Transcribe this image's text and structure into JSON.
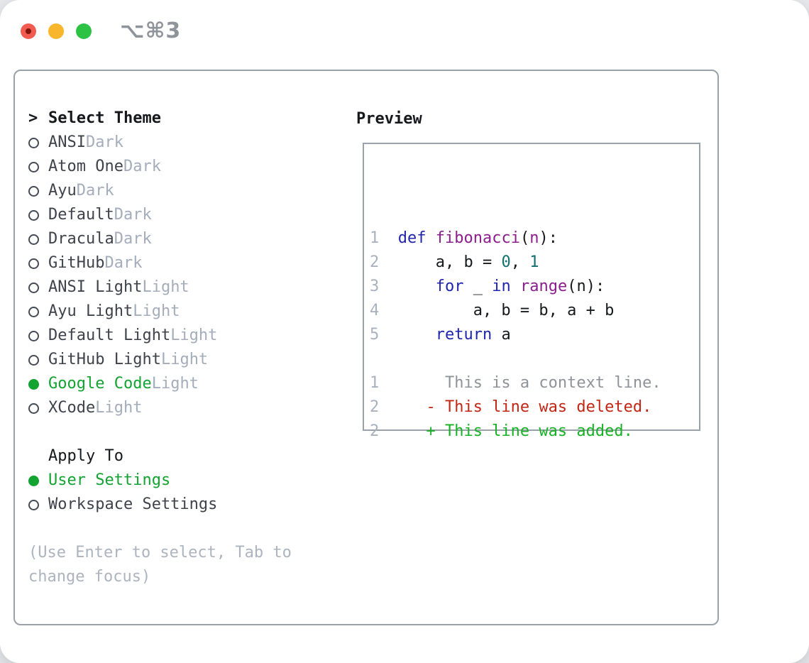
{
  "titlebar": {
    "title": "⌥⌘3",
    "traffic_lights": [
      "close",
      "minimize",
      "zoom"
    ]
  },
  "theme_menu": {
    "header_prefix": ">",
    "header": "Select Theme",
    "items": [
      {
        "label": "ANSI",
        "tag": "Dark",
        "selected": false
      },
      {
        "label": "Atom One",
        "tag": "Dark",
        "selected": false
      },
      {
        "label": "Ayu",
        "tag": "Dark",
        "selected": false
      },
      {
        "label": "Default",
        "tag": "Dark",
        "selected": false
      },
      {
        "label": "Dracula",
        "tag": "Dark",
        "selected": false
      },
      {
        "label": "GitHub",
        "tag": "Dark",
        "selected": false
      },
      {
        "label": "ANSI Light",
        "tag": "Light",
        "selected": false
      },
      {
        "label": "Ayu Light",
        "tag": "Light",
        "selected": false
      },
      {
        "label": "Default Light",
        "tag": "Light",
        "selected": false
      },
      {
        "label": "GitHub Light",
        "tag": "Light",
        "selected": false
      },
      {
        "label": "Google Code",
        "tag": "Light",
        "selected": true
      },
      {
        "label": "XCode",
        "tag": "Light",
        "selected": false
      }
    ]
  },
  "apply_to": {
    "header": "Apply To",
    "items": [
      {
        "label": "User Settings",
        "selected": true
      },
      {
        "label": "Workspace Settings",
        "selected": false
      }
    ]
  },
  "hint": "(Use Enter to select, Tab to change focus)",
  "preview": {
    "header": "Preview",
    "code_lines": [
      {
        "num": "1",
        "segments": [
          {
            "t": "def",
            "s": "kw"
          },
          {
            "t": " ",
            "s": "pl"
          },
          {
            "t": "fibonacci",
            "s": "fn"
          },
          {
            "t": "(",
            "s": "pl"
          },
          {
            "t": "n",
            "s": "fn"
          },
          {
            "t": "):",
            "s": "pl"
          }
        ]
      },
      {
        "num": "2",
        "segments": [
          {
            "t": "    a, b = ",
            "s": "pl"
          },
          {
            "t": "0",
            "s": "num"
          },
          {
            "t": ", ",
            "s": "pl"
          },
          {
            "t": "1",
            "s": "num"
          }
        ]
      },
      {
        "num": "3",
        "segments": [
          {
            "t": "    ",
            "s": "pl"
          },
          {
            "t": "for",
            "s": "kw"
          },
          {
            "t": " _ ",
            "s": "pl"
          },
          {
            "t": "in",
            "s": "kw"
          },
          {
            "t": " ",
            "s": "pl"
          },
          {
            "t": "range",
            "s": "fn"
          },
          {
            "t": "(n):",
            "s": "pl"
          }
        ]
      },
      {
        "num": "4",
        "segments": [
          {
            "t": "        a, b = b, a + b",
            "s": "pl"
          }
        ]
      },
      {
        "num": "5",
        "segments": [
          {
            "t": "    ",
            "s": "pl"
          },
          {
            "t": "return",
            "s": "kw"
          },
          {
            "t": " a",
            "s": "pl"
          }
        ]
      },
      {
        "num": "",
        "segments": []
      },
      {
        "num": "1",
        "segments": [
          {
            "t": "     This is a context line.",
            "s": "ctx"
          }
        ]
      },
      {
        "num": "2",
        "segments": [
          {
            "t": "   - This line was deleted.",
            "s": "del"
          }
        ]
      },
      {
        "num": "2",
        "segments": [
          {
            "t": "   + This line was added.",
            "s": "add"
          }
        ]
      }
    ]
  },
  "colors": {
    "selection_green": "#12a330",
    "keyword_blue": "#2025ad",
    "function_purple": "#8c1d8c",
    "literal_teal": "#127070",
    "diff_red": "#c22615",
    "diff_green": "#16b224",
    "tag_gray": "#a4adbc",
    "name_gray": "#3e434b",
    "hint_gray": "#acb4bf",
    "line_number_gray": "#a9b1bd",
    "border_gray": "#99a1ab",
    "traffic_red": "#f35b51",
    "traffic_yellow": "#f8b62c",
    "traffic_green": "#2cc345"
  }
}
